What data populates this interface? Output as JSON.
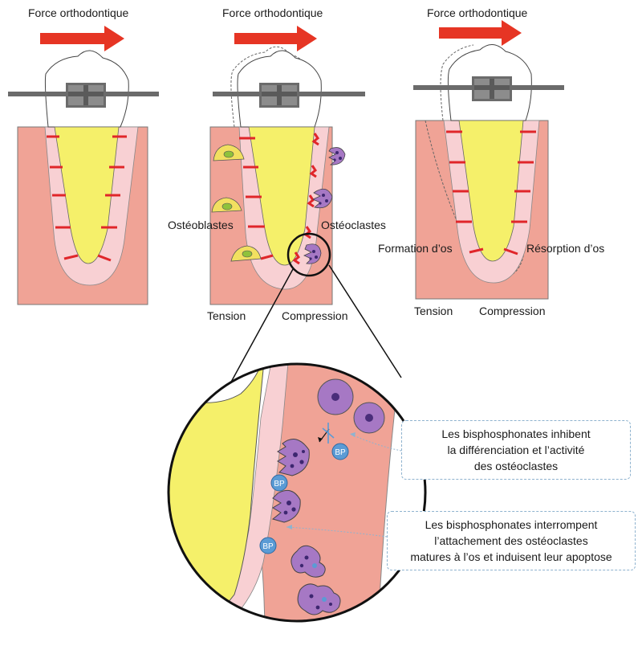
{
  "panels": [
    {
      "force_label": "Force orthodontique"
    },
    {
      "force_label": "Force orthodontique",
      "left_label": "Ostéoblastes",
      "right_label": "Ostéoclastes",
      "tension_label": "Tension",
      "compression_label": "Compression"
    },
    {
      "force_label": "Force orthodontique",
      "left_label": "Formation d’os",
      "right_label": "Résorption d’os",
      "tension_label": "Tension",
      "compression_label": "Compression"
    }
  ],
  "zoom": {
    "bp_label": "BP",
    "note_1": [
      "Les bisphosphonates inhibent",
      "la différenciation et l’activité",
      "des ostéoclastes"
    ],
    "note_2": [
      "Les bisphosphonates interrompent",
      "l’attachement des ostéoclastes",
      "matures à l’os et induisent leur apoptose"
    ]
  },
  "colors": {
    "bone": "#f0a396",
    "ligament": "#f8d0d3",
    "tooth_root": "#f5f06a",
    "force_arrow": "#e63524",
    "fibers": "#e0262a",
    "osteoclast": "#a678c4",
    "osteoclast_nucleus": "#4a2d7a",
    "osteoblast": "#f2e060",
    "bp_badge": "#5b9bd5",
    "bracket": "#6b6b6b"
  }
}
